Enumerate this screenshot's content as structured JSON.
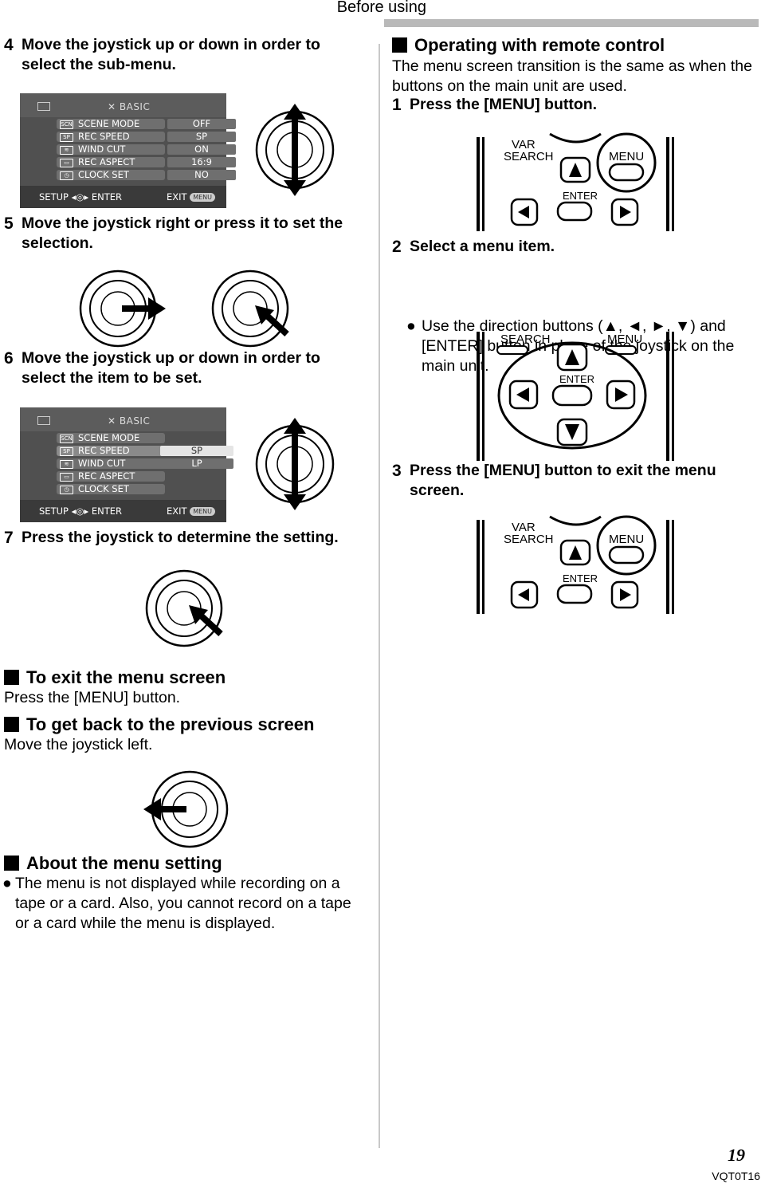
{
  "header": {
    "title": "Before using"
  },
  "left": {
    "step4": {
      "num": "4",
      "text": "Move the joystick up or down in order to select the sub-menu."
    },
    "step5": {
      "num": "5",
      "text": "Move the joystick right or press it to set the selection."
    },
    "step6": {
      "num": "6",
      "text": "Move the joystick up or down in order to select the item to be set."
    },
    "step7": {
      "num": "7",
      "text": "Press the joystick to determine the setting."
    },
    "exit_menu": {
      "heading": "To exit the menu screen",
      "text": "Press the [MENU] button."
    },
    "get_back": {
      "heading": "To get back to the previous screen",
      "text": "Move the joystick left."
    },
    "about": {
      "heading": "About the menu setting",
      "bullet": "●",
      "text": "The menu is not displayed while recording on a tape or a card. Also, you cannot record on a tape or a card while the menu is displayed."
    }
  },
  "menu_screen_1": {
    "category": "BASIC",
    "items": [
      {
        "icon": "SCN",
        "label": "SCENE MODE",
        "value": "OFF"
      },
      {
        "icon": "SP",
        "label": "REC SPEED",
        "value": "SP"
      },
      {
        "icon": "≋",
        "label": "WIND CUT",
        "value": "ON"
      },
      {
        "icon": "▭",
        "label": "REC ASPECT",
        "value": "16:9"
      },
      {
        "icon": "◷",
        "label": "CLOCK SET",
        "value": "NO"
      }
    ],
    "footer_left": "SETUP",
    "footer_enter": "ENTER",
    "footer_exit": "EXIT",
    "footer_menu": "MENU"
  },
  "menu_screen_2": {
    "category": "BASIC",
    "items": [
      {
        "icon": "SCN",
        "label": "SCENE MODE"
      },
      {
        "icon": "SP",
        "label": "REC SPEED"
      },
      {
        "icon": "≋",
        "label": "WIND CUT"
      },
      {
        "icon": "▭",
        "label": "REC ASPECT"
      },
      {
        "icon": "◷",
        "label": "CLOCK SET"
      }
    ],
    "options": [
      "SP",
      "LP"
    ],
    "footer_left": "SETUP",
    "footer_enter": "ENTER",
    "footer_exit": "EXIT",
    "footer_menu": "MENU"
  },
  "right": {
    "remote_heading": "Operating with remote control",
    "remote_intro": "The menu screen transition is the same as when the buttons on the main unit are used.",
    "step1": {
      "num": "1",
      "text": "Press the [MENU] button."
    },
    "step2": {
      "num": "2",
      "text": "Select a menu item."
    },
    "step2_bullet": "●",
    "step2_note": "Use the direction buttons (▲, ◄, ►, ▼) and [ENTER] button in place of the joystick on the main unit.",
    "step3": {
      "num": "3",
      "text": "Press the [MENU] button to exit the menu screen."
    },
    "remote_labels": {
      "var": "VAR",
      "search": "SEARCH",
      "menu": "MENU",
      "enter": "ENTER",
      "search_cut": "SEARCH"
    }
  },
  "footer": {
    "page_number": "19",
    "code": "VQT0T16"
  }
}
